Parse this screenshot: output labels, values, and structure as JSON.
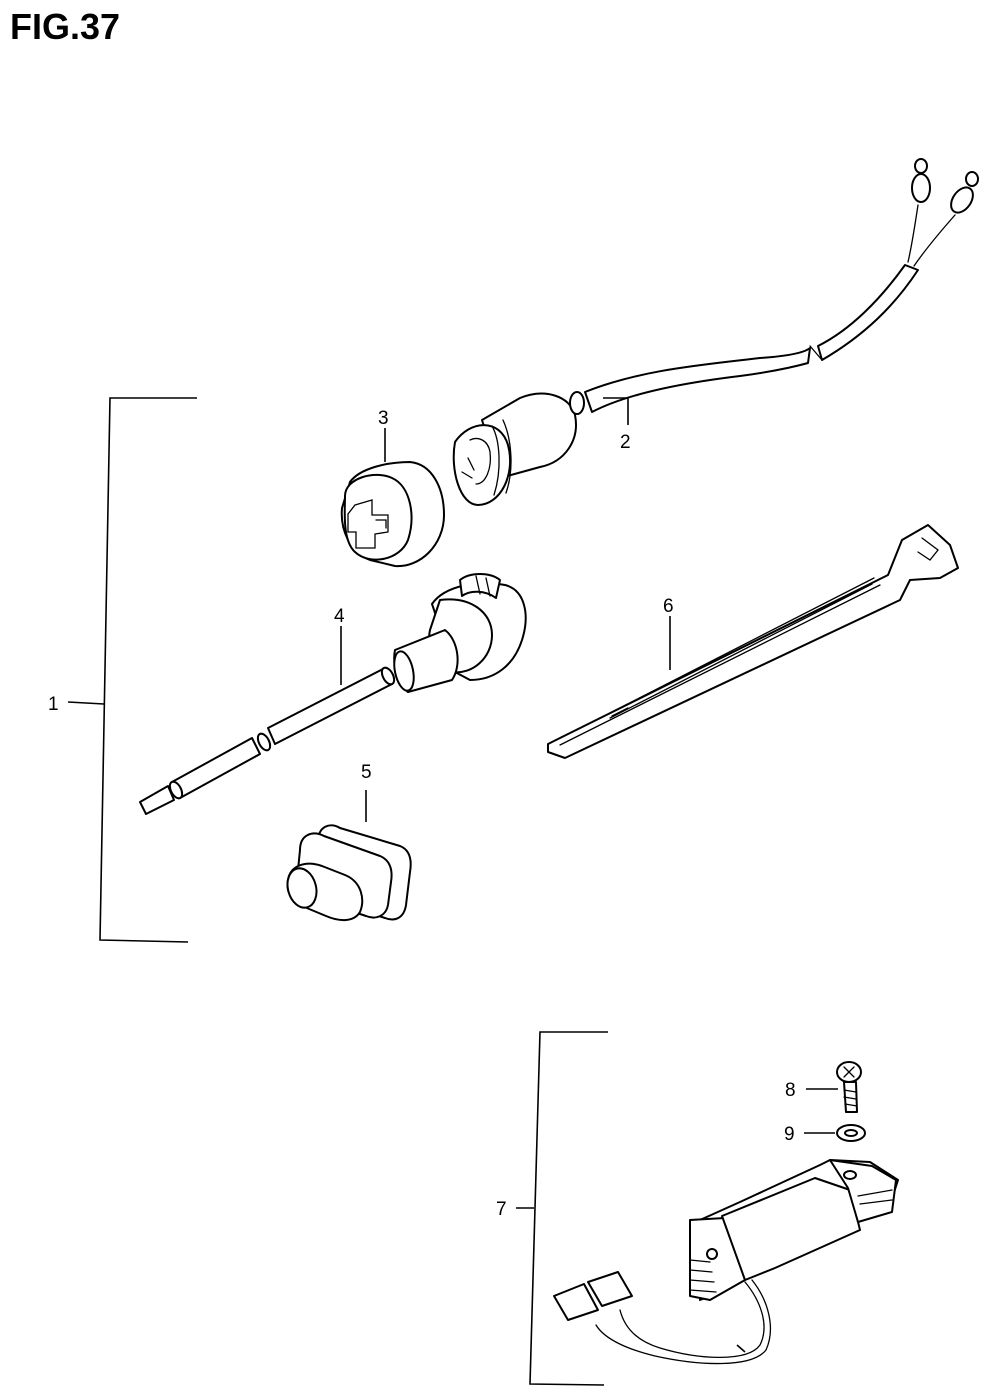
{
  "figure": {
    "title": "FIG.37"
  },
  "callouts": [
    {
      "id": "1",
      "text": "1"
    },
    {
      "id": "2",
      "text": "2"
    },
    {
      "id": "3",
      "text": "3"
    },
    {
      "id": "4",
      "text": "4"
    },
    {
      "id": "5",
      "text": "5"
    },
    {
      "id": "6",
      "text": "6"
    },
    {
      "id": "7",
      "text": "7"
    },
    {
      "id": "8",
      "text": "8"
    },
    {
      "id": "9",
      "text": "9"
    }
  ]
}
